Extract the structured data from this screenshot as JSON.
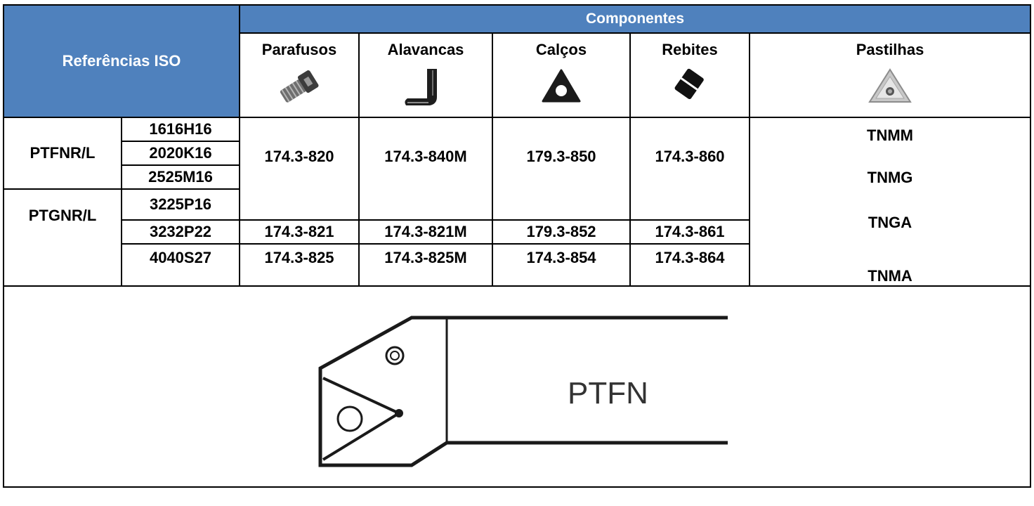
{
  "header": {
    "iso_refs": "Referências ISO",
    "components": "Componentes",
    "columns": [
      {
        "label": "Parafusos",
        "icon": "screw-icon"
      },
      {
        "label": "Alavancas",
        "icon": "lever-icon"
      },
      {
        "label": "Calços",
        "icon": "shim-icon"
      },
      {
        "label": "Rebites",
        "icon": "rivet-icon"
      },
      {
        "label": "Pastilhas",
        "icon": "insert-icon"
      }
    ]
  },
  "references": [
    "PTFNR/L",
    "PTGNR/L"
  ],
  "sizes": [
    "1616H16",
    "2020K16",
    "2525M16",
    "3225P16",
    "3232P22",
    "4040S27"
  ],
  "groups": [
    {
      "parafuso": "174.3-820",
      "alavanca": "174.3-840M",
      "calco": "179.3-850",
      "rebite": "174.3-860"
    },
    {
      "parafuso": "174.3-821",
      "alavanca": "174.3-821M",
      "calco": "179.3-852",
      "rebite": "174.3-861"
    },
    {
      "parafuso": "174.3-825",
      "alavanca": "174.3-825M",
      "calco": "174.3-854",
      "rebite": "174.3-864"
    }
  ],
  "pastilhas": [
    "TNMM",
    "TNMG",
    "TNGA",
    "TNMA"
  ],
  "drawing": {
    "label": "PTFN"
  }
}
